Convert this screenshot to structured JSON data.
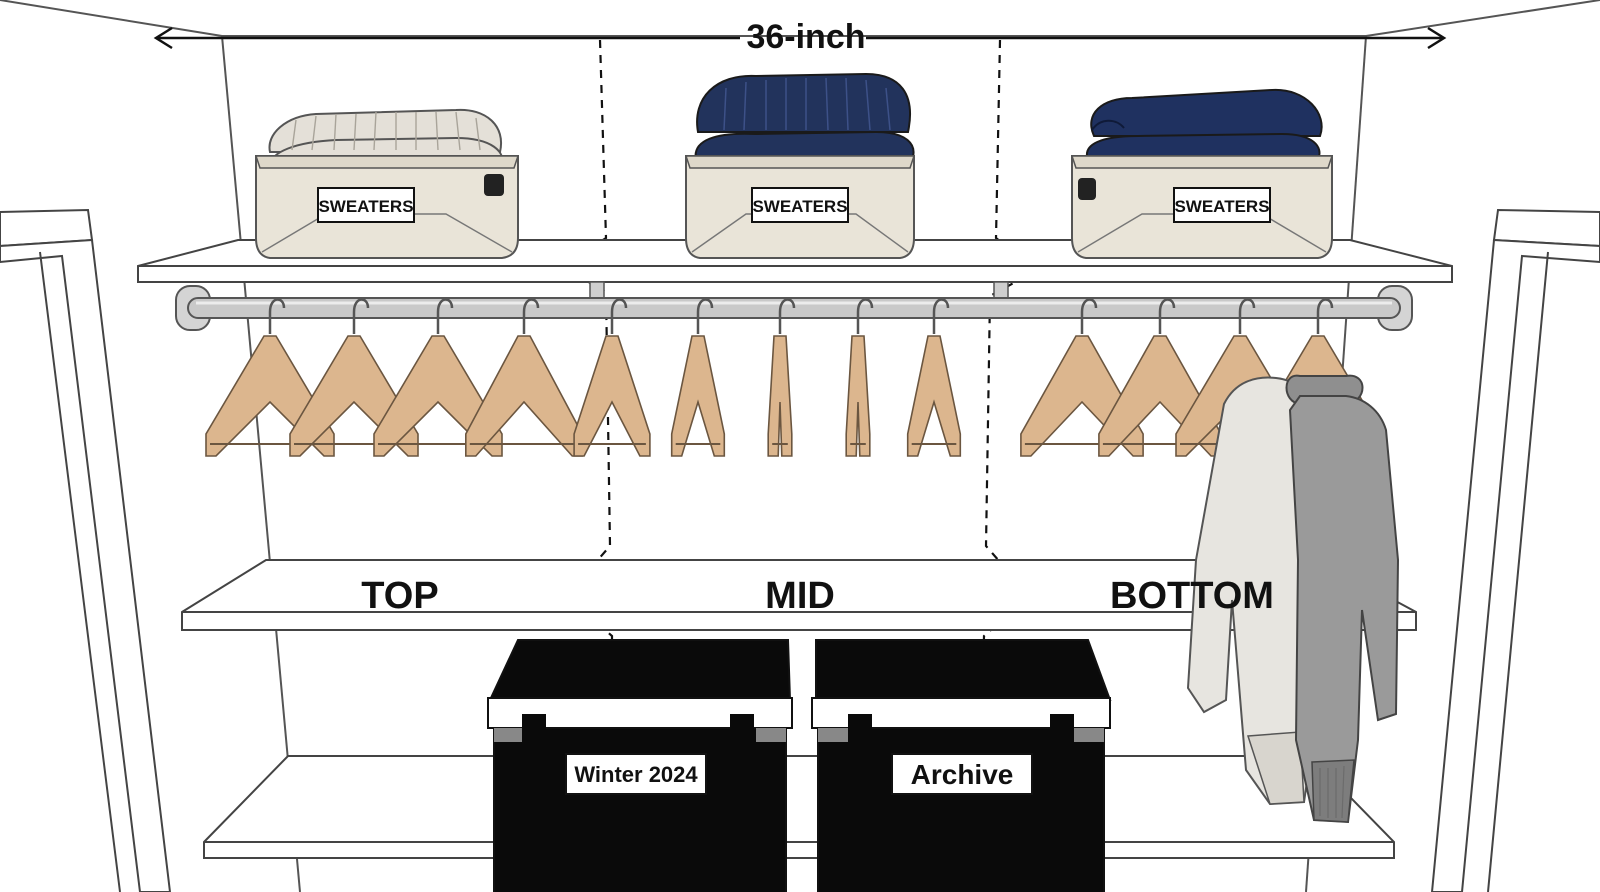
{
  "dimension": {
    "label": "36-inch"
  },
  "shelf_bins": [
    {
      "label": "SWEATERS",
      "sweater_color": "#e4e0d8"
    },
    {
      "label": "SWEATERS",
      "sweater_color": "#22335c"
    },
    {
      "label": "SWEATERS",
      "sweater_color": "#1f3160"
    }
  ],
  "zones": {
    "top": "TOP",
    "mid": "MID",
    "bottom": "BOTTOM"
  },
  "storage_boxes": [
    {
      "label": "Winter 2024"
    },
    {
      "label": "Archive"
    }
  ],
  "hanging_clothes": [
    {
      "name": "cream sweater",
      "color": "#e7e5e0"
    },
    {
      "name": "grey sweater",
      "color": "#9a9a9a"
    }
  ],
  "colors": {
    "outline": "#444444",
    "shelf": "#ffffff",
    "rod": "#c9c9c9",
    "hanger": "#dcb68e",
    "bin": "#e9e4d8",
    "box": "#0a0a0a"
  }
}
